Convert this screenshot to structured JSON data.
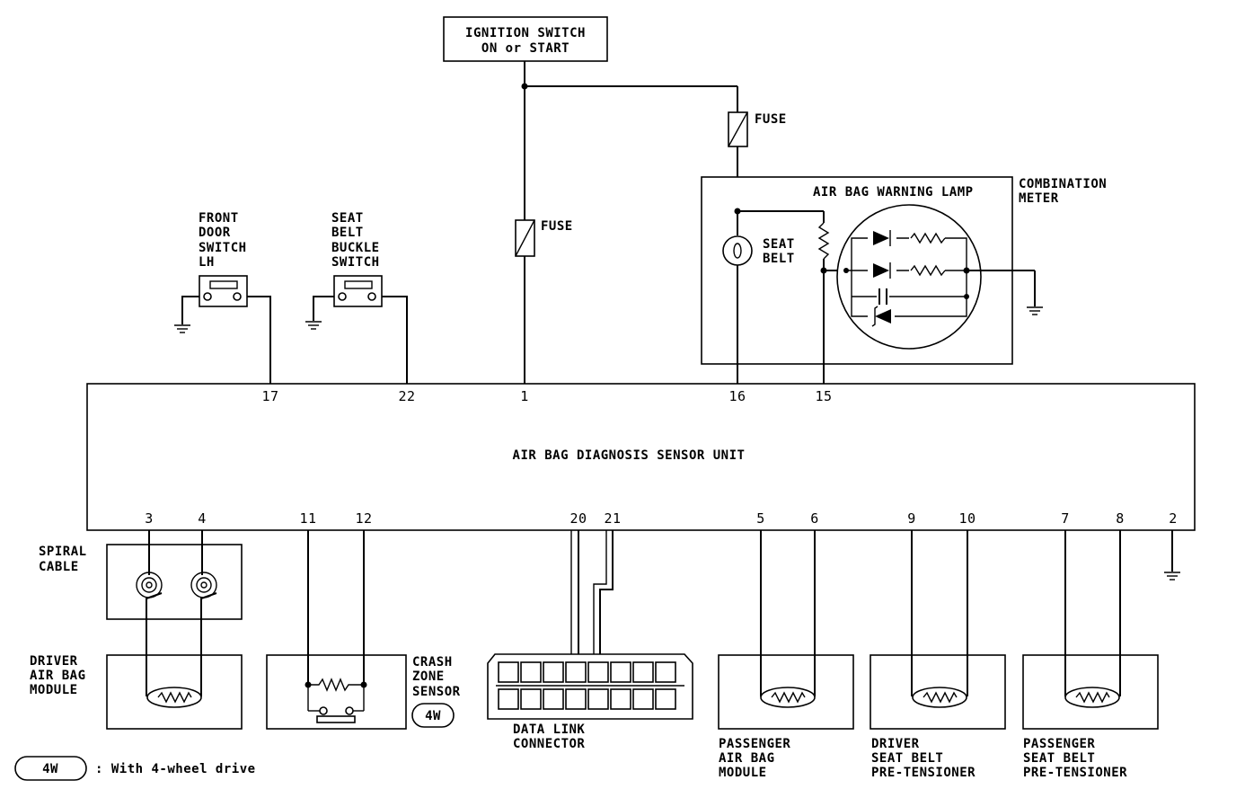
{
  "ignition_switch": [
    "IGNITION SWITCH",
    "ON or START"
  ],
  "fuse_labels": [
    "FUSE",
    "FUSE"
  ],
  "combination_meter": [
    "COMBINATION",
    "METER"
  ],
  "warning_lamp": "AIR BAG WARNING LAMP",
  "seat_belt_lamp": [
    "SEAT",
    "BELT"
  ],
  "front_door_switch": [
    "FRONT",
    "DOOR",
    "SWITCH",
    "LH"
  ],
  "seat_belt_buckle_switch": [
    "SEAT",
    "BELT",
    "BUCKLE",
    "SWITCH"
  ],
  "sensor_unit": "AIR BAG DIAGNOSIS SENSOR UNIT",
  "top_pins": [
    "17",
    "22",
    "1",
    "16",
    "15"
  ],
  "bottom_pins": [
    "3",
    "4",
    "11",
    "12",
    "20",
    "21",
    "5",
    "6",
    "9",
    "10",
    "7",
    "8",
    "2"
  ],
  "spiral_cable": [
    "SPIRAL",
    "CABLE"
  ],
  "driver_airbag_module": [
    "DRIVER",
    "AIR BAG",
    "MODULE"
  ],
  "crash_zone_sensor": [
    "CRASH",
    "ZONE",
    "SENSOR"
  ],
  "badge_4w": "4W",
  "data_link_connector": [
    "DATA LINK",
    "CONNECTOR"
  ],
  "passenger_airbag_module": [
    "PASSENGER",
    "AIR BAG",
    "MODULE"
  ],
  "driver_pretensioner": [
    "DRIVER",
    "SEAT BELT",
    "PRE-TENSIONER"
  ],
  "passenger_pretensioner": [
    "PASSENGER",
    "SEAT BELT",
    "PRE-TENSIONER"
  ],
  "legend": {
    "badge": "4W",
    "text": ": With 4-wheel drive"
  }
}
